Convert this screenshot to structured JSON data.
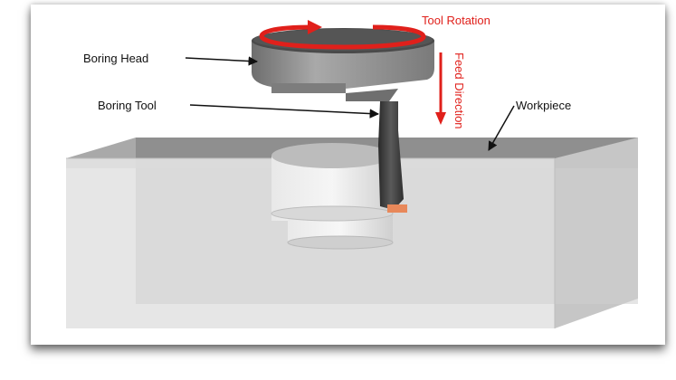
{
  "labels": {
    "tool_rotation": "Tool Rotation",
    "boring_head": "Boring Head",
    "feed_direction": "Feed Direction",
    "boring_tool": "Boring Tool",
    "workpiece": "Workpiece"
  },
  "colors": {
    "arrow_red": "#e0201b",
    "head_gray": "#8e8e8e",
    "tool_dark": "#3a3a3a",
    "insert_orange": "#e8885a",
    "workpiece_top": "#8f8f8f",
    "workpiece_face": "#d4d4d4"
  }
}
